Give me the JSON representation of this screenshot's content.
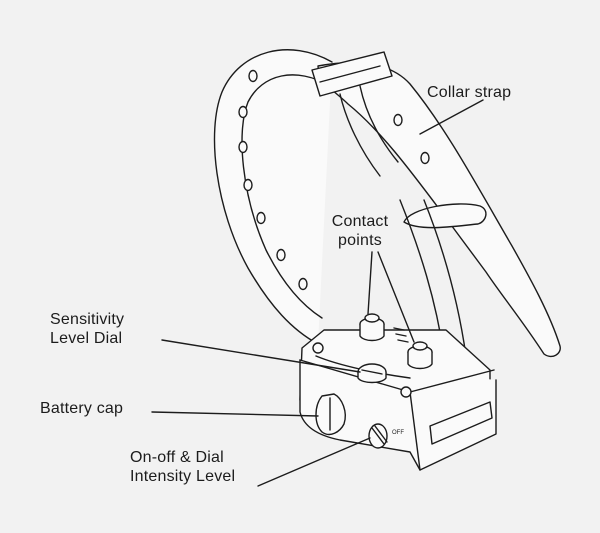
{
  "labels": {
    "collar_strap": "Collar strap",
    "contact_points": "Contact\npoints",
    "sensitivity_dial": "Sensitivity\nLevel Dial",
    "battery_cap": "Battery cap",
    "onoff_dial": "On-off & Dial\nIntensity Level"
  },
  "device_marking": {
    "off": "OFF"
  },
  "colors": {
    "background": "#f2f2f2",
    "ink": "#1c1c1c",
    "fill": "#fafafa"
  }
}
